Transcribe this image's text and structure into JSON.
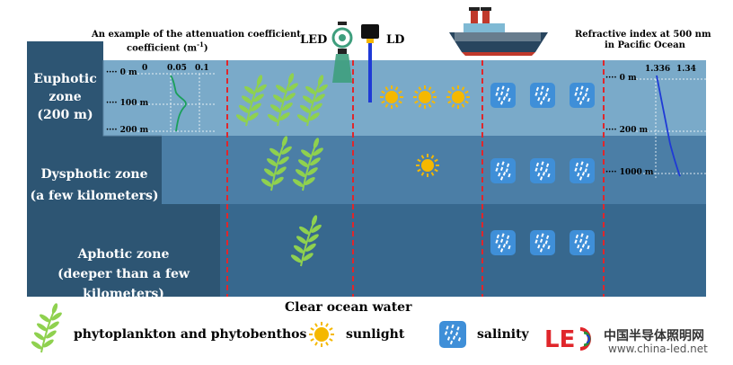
{
  "title_left": "An example of the attenuation coefficient",
  "title_left_unit": "(m",
  "title_left_unit_exp": "-1",
  "title_left_unit_close": ")",
  "title_right": "Refractive index at 500 nm",
  "title_right_sub": "in Pacific Ocean",
  "led_label": "LED",
  "ld_label": "LD",
  "zones": {
    "euphotic_name": "Euphotic",
    "euphotic_word": "zone",
    "euphotic_depth": "(200 m)",
    "dysphotic_name": "Dysphotic zone",
    "dysphotic_depth": "(a few kilometers)",
    "aphotic_name": "Aphotic zone",
    "aphotic_depth": "(deeper than a few kilometers)"
  },
  "left_axis": {
    "x_ticks": [
      "0",
      "0.05",
      "0.1"
    ],
    "y_ticks": [
      "0 m",
      "100 m",
      "200 m"
    ]
  },
  "right_axis": {
    "x_ticks": [
      "1.336",
      "1.34"
    ],
    "y_ticks": [
      "0 m",
      "200 m",
      "1000 m"
    ]
  },
  "bottom_caption": "Clear ocean water",
  "legend": {
    "plankton": "phytoplankton and phytobenthos",
    "sunlight": "sunlight",
    "salinity": "salinity"
  },
  "logo": {
    "cn": "中国半导体照明网",
    "url": "www.china-led.net",
    "mark": "LED"
  },
  "colors": {
    "euphotic": "#7aaac9",
    "dysphotic": "#4b7ea6",
    "aphotic": "#37688e",
    "cliff": "#2d5573",
    "divider": "#e0262b",
    "led_beam": "#3e9e7d",
    "ld_beam": "#1f3ad6",
    "sun": "#f5b800",
    "plant": "#8fd14f"
  }
}
